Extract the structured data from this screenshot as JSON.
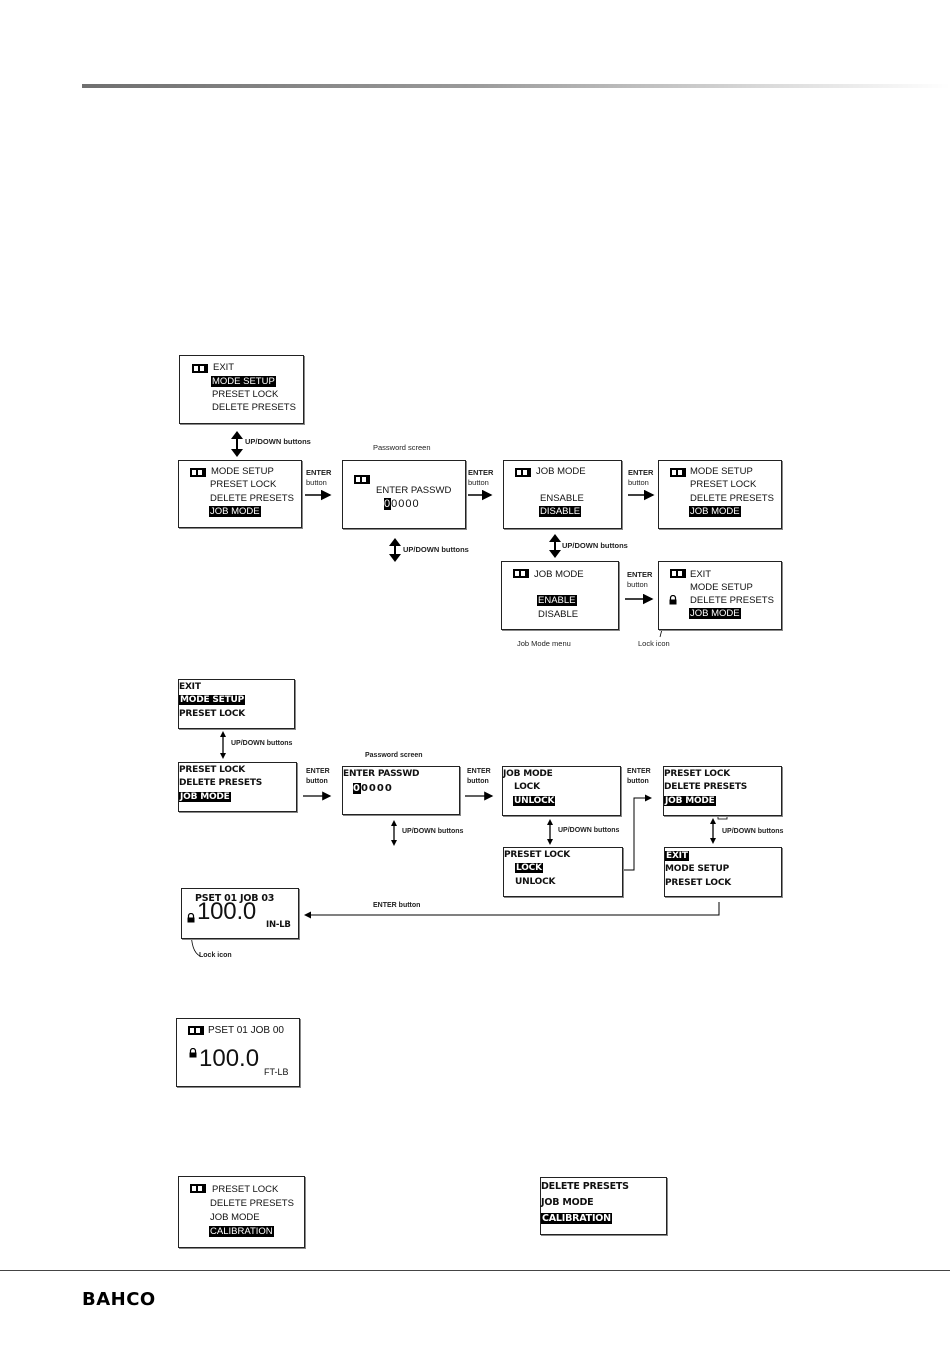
{
  "d1": {
    "s1": [
      "EXIT",
      "MODE SETUP",
      "PRESET LOCK",
      "DELETE PRESETS"
    ],
    "updown1": "UP/DOWN buttons",
    "s2": [
      "MODE SETUP",
      "PRESET LOCK",
      "DELETE PRESETS",
      "JOB MODE"
    ],
    "enter1": [
      "ENTER",
      "button"
    ],
    "pw_caption": "Password screen",
    "pw_title": "ENTER PASSWD",
    "pw_first": "0",
    "pw_rest": "0000",
    "enter2": [
      "ENTER",
      "button"
    ],
    "s3": [
      "JOB MODE",
      "ENSABLE",
      "DISABLE"
    ],
    "enter3": [
      "ENTER",
      "button"
    ],
    "s4": [
      "MODE SETUP",
      "PRESET LOCK",
      "DELETE PRESETS",
      "JOB MODE"
    ],
    "updown2": "UP/DOWN buttons",
    "updown3": "UP/DOWN buttons",
    "s5": [
      "JOB MODE",
      "ENABLE",
      "DISABLE"
    ],
    "s5_caption": "Job Mode menu",
    "enter4": [
      "ENTER",
      "button"
    ],
    "s6": [
      "EXIT",
      "MODE SETUP",
      "DELETE PRESETS",
      "JOB MODE"
    ],
    "lock_caption": "Lock icon"
  },
  "d2": {
    "s1": [
      "EXIT",
      "MODE SETUP",
      "PRESET LOCK"
    ],
    "updown1": "UP/DOWN buttons",
    "s2": [
      "PRESET LOCK",
      "DELETE PRESETS",
      "JOB MODE"
    ],
    "enter1": [
      "ENTER",
      "button"
    ],
    "pw_caption": "Password screen",
    "pw_title": "ENTER PASSWD",
    "pw_first": "0",
    "pw_rest": "0000",
    "enter2": [
      "ENTER",
      "button"
    ],
    "updown2": "UP/DOWN buttons",
    "s3": [
      "JOB MODE",
      "LOCK",
      "UNLOCK"
    ],
    "enter3": [
      "ENTER",
      "button"
    ],
    "s4": [
      "PRESET LOCK",
      "DELETE PRESETS",
      "JOB MODE"
    ],
    "updown3": "UP/DOWN buttons",
    "updown4": "UP/DOWN buttons",
    "s5": [
      "PRESET LOCK",
      "LOCK",
      "UNLOCK"
    ],
    "s6": [
      "EXIT",
      "MODE SETUP",
      "PRESET LOCK"
    ],
    "run_title": "PSET 01  JOB  03",
    "run_value": "100.0",
    "run_unit": "IN-LB",
    "enter_back": "ENTER button",
    "lock_caption": "Lock icon"
  },
  "d3": {
    "title": "PSET 01  JOB 00",
    "value": "100.0",
    "unit": "FT-LB"
  },
  "d4": {
    "left": [
      "PRESET LOCK",
      "DELETE PRESETS",
      "JOB MODE",
      "CALIBRATION"
    ],
    "right": [
      "DELETE PRESETS",
      "JOB MODE",
      "CALIBRATION"
    ]
  },
  "footer": {
    "brand": "BAHCO"
  },
  "colors": {
    "ink": "#111111",
    "highlight": "#000000",
    "rule": "#8a8a8a"
  }
}
